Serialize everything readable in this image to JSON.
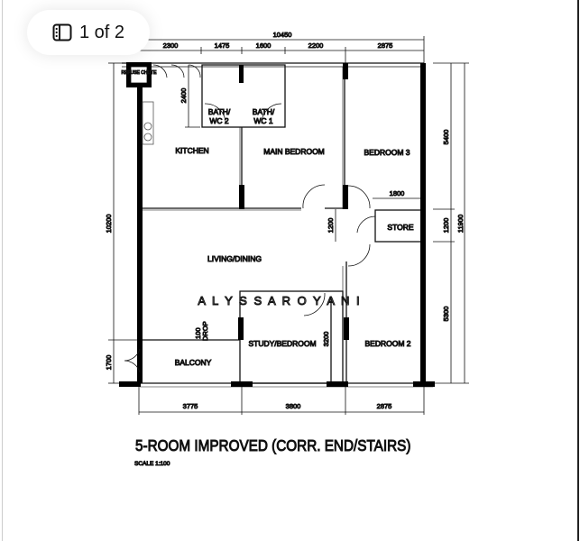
{
  "viewer": {
    "page_indicator": "1 of 2",
    "icon": "gallery-pages-icon"
  },
  "plan": {
    "title": "5-ROOM IMPROVED (CORR. END/STAIRS)",
    "scale": "SCALE  1:100",
    "watermark": "A L Y S S A   R O Y A N I",
    "rooms": {
      "refuse": "REFUSE CHUTE",
      "bath2": [
        "BATH/",
        "WC 2"
      ],
      "bath1": [
        "BATH/",
        "WC 1"
      ],
      "kitchen": "KITCHEN",
      "main_bedroom": "MAIN BEDROOM",
      "bedroom3": "BEDROOM 3",
      "store": "STORE",
      "living": "LIVING/DINING",
      "study": "STUDY/BEDROOM",
      "bedroom2": "BEDROOM 2",
      "balcony": "BALCONY",
      "drop": [
        "100",
        "DROP"
      ]
    },
    "dims": {
      "top_total": "10450",
      "top": [
        "2300",
        "1475",
        "1600",
        "2200",
        "2875"
      ],
      "bottom": [
        "3775",
        "3800",
        "2875"
      ],
      "left_total": "10200",
      "left_balcony": "1700",
      "bath_depth": "2400",
      "store_width": "1800",
      "corridor": "1200",
      "study_depth": "3200",
      "right": [
        "5400",
        "1200",
        "5300"
      ],
      "right_total": "11900"
    }
  }
}
